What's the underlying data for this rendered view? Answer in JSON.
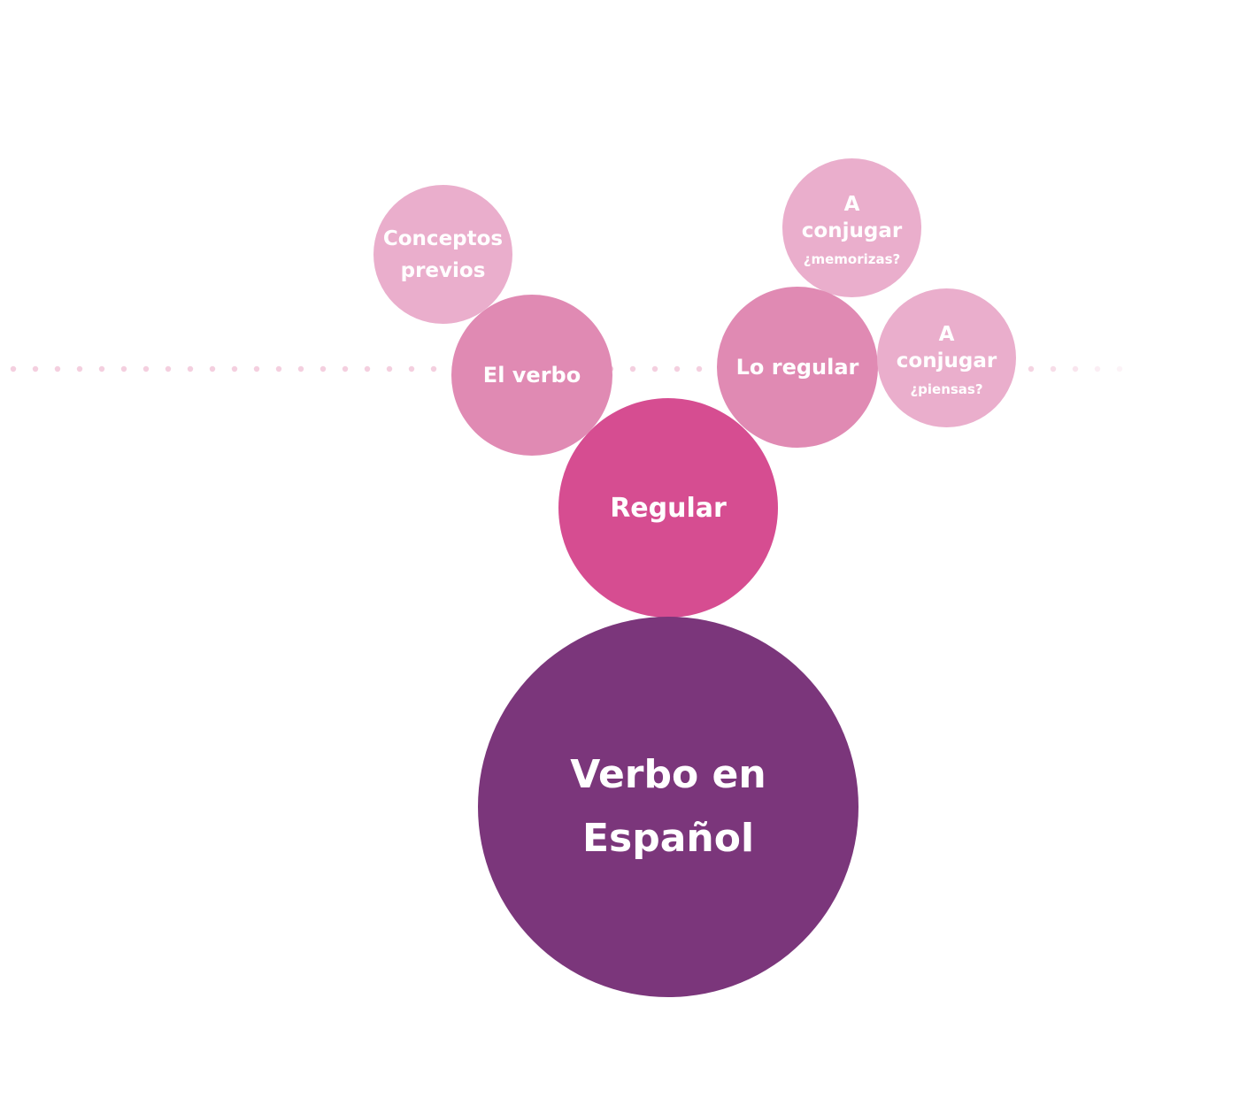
{
  "colors": {
    "main": "#7b367b",
    "regular": "#d64d91",
    "mid": "#e08ab3",
    "light": "#eaaecc",
    "dots": "#f4cfdf"
  },
  "nodes": {
    "main": {
      "line1": "Verbo en",
      "line2": "Español"
    },
    "regular": {
      "label": "Regular"
    },
    "el_verbo": {
      "label": "El verbo"
    },
    "lo_regular": {
      "label": "Lo regular"
    },
    "conceptos_previos": {
      "line1": "Conceptos",
      "line2": "previos"
    },
    "conjugar_memorizas": {
      "line1": "A",
      "line2": "conjugar",
      "sub": "¿memorizas?"
    },
    "conjugar_piensas": {
      "line1": "A",
      "line2": "conjugar",
      "sub": "¿piensas?"
    }
  }
}
